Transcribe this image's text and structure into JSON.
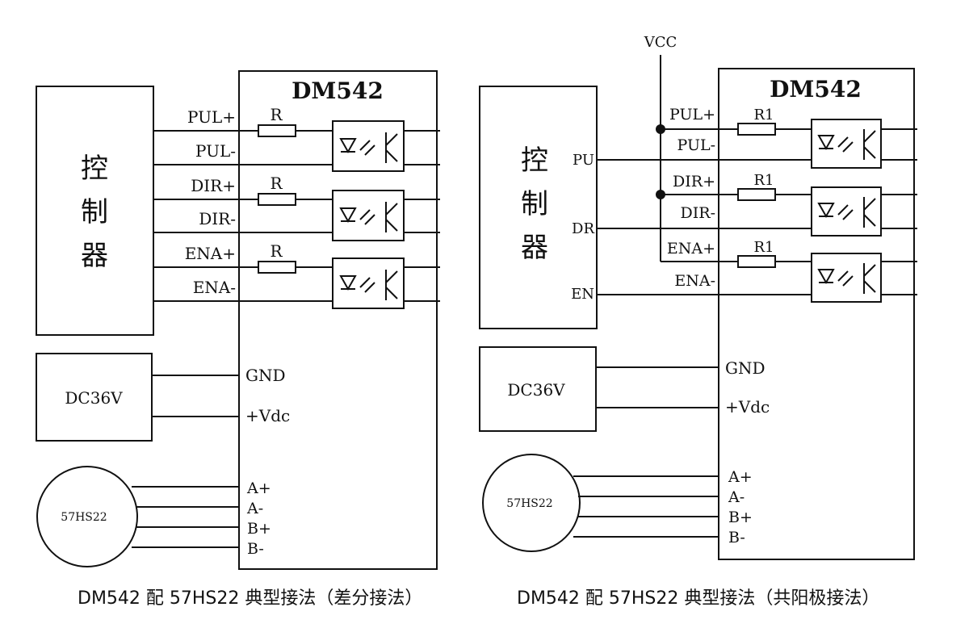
{
  "left": {
    "driver_title": "DM542",
    "controller": [
      "控",
      "制",
      "器"
    ],
    "signals": [
      {
        "plus": "PUL+",
        "minus": "PUL-",
        "resistor": "R"
      },
      {
        "plus": "DIR+",
        "minus": "DIR-",
        "resistor": "R"
      },
      {
        "plus": "ENA+",
        "minus": "ENA-",
        "resistor": "R"
      }
    ],
    "power_supply": "DC36V",
    "gnd": "GND",
    "vdc": "+Vdc",
    "motor": "57HS22",
    "phases": [
      "A+",
      "A-",
      "B+",
      "B-"
    ],
    "caption": "DM542 配 57HS22 典型接法（差分接法）"
  },
  "right": {
    "driver_title": "DM542",
    "vcc": "VCC",
    "controller": [
      "控",
      "制",
      "器"
    ],
    "controller_pins": [
      "PU",
      "DR",
      "EN"
    ],
    "signals": [
      {
        "plus": "PUL+",
        "minus": "PUL-",
        "resistor": "R1"
      },
      {
        "plus": "DIR+",
        "minus": "DIR-",
        "resistor": "R1"
      },
      {
        "plus": "ENA+",
        "minus": "ENA-",
        "resistor": "R1"
      }
    ],
    "power_supply": "DC36V",
    "gnd": "GND",
    "vdc": "+Vdc",
    "motor": "57HS22",
    "phases": [
      "A+",
      "A-",
      "B+",
      "B-"
    ],
    "caption": "DM542 配 57HS22 典型接法（共阳极接法）"
  }
}
